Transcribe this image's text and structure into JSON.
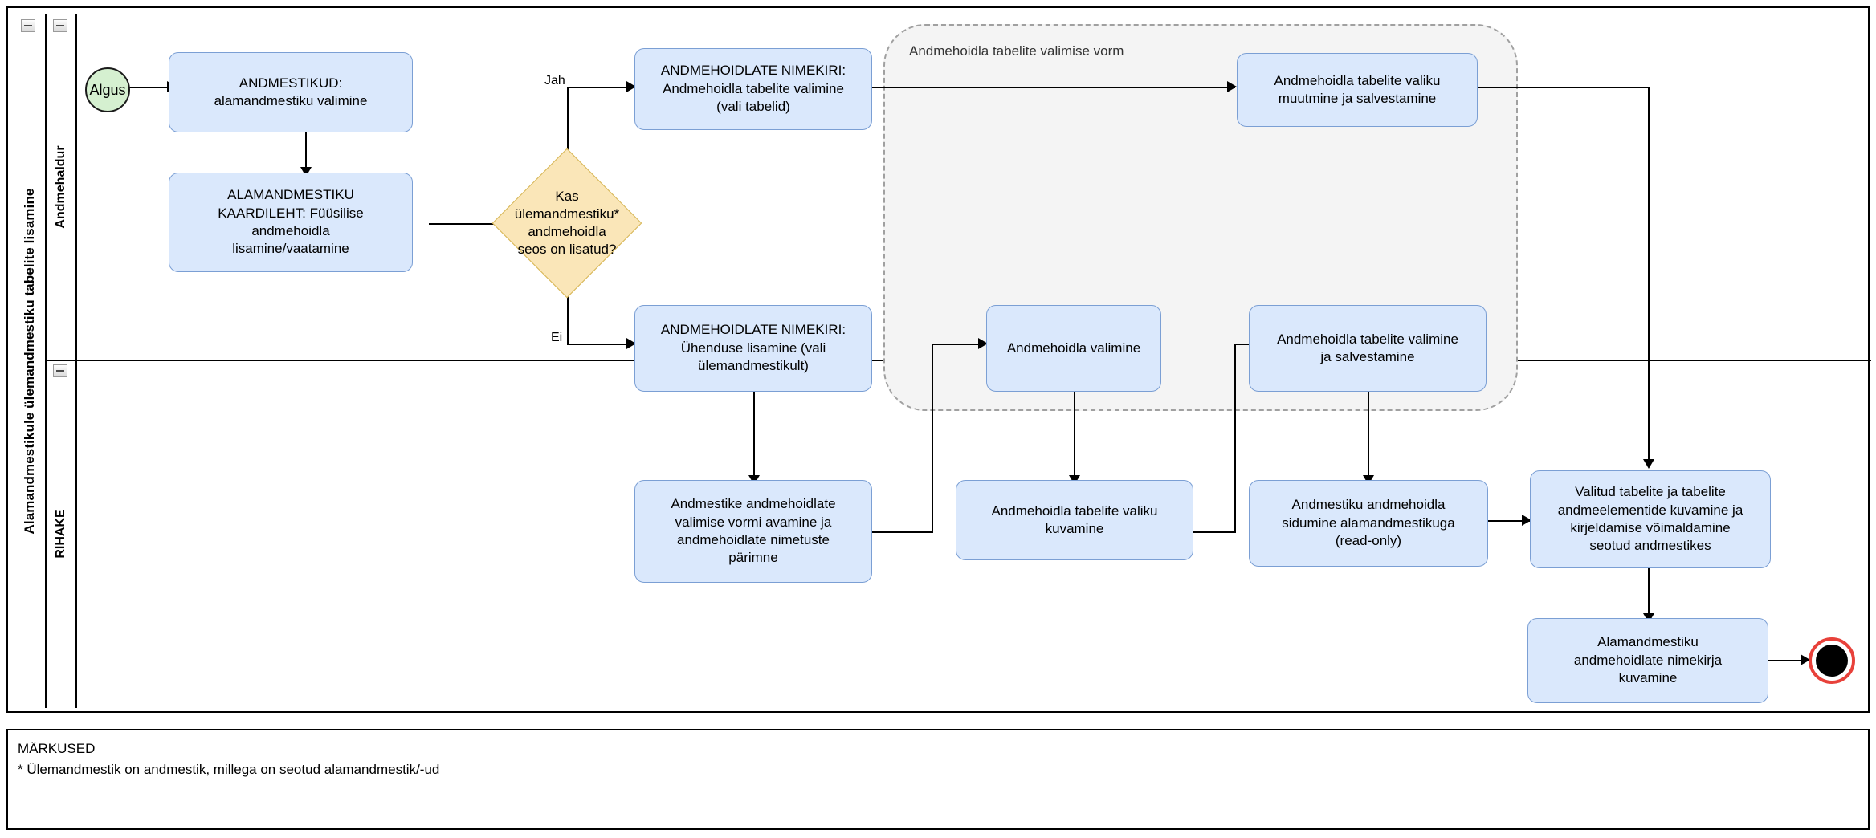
{
  "diagram": {
    "type": "bpmn-swimlane-flowchart",
    "pool_title": "Alamandmestikule ülemandmestiku tabelite lisamine",
    "lanes": [
      {
        "id": "lane-andmehaldur",
        "label": "Andmehaldur"
      },
      {
        "id": "lane-rihake",
        "label": "RIHAKE"
      }
    ],
    "group_label": "Andmehoidla tabelite valimise vorm",
    "events": {
      "start_label": "Algus",
      "end_label": ""
    },
    "gateway": {
      "lines": [
        "Kas",
        "ülemandmestiku*",
        "andmehoidla",
        "seos on lisatud?"
      ],
      "branch_yes": "Jah",
      "branch_no": "Ei"
    },
    "tasks": {
      "t1": "ANDMESTIKUD:\nalamandmestiku valimine",
      "t2": "ALAMANDMESTIKU\nKAARDILEHT: Füüsilise\nandmehoidla\nlisamine/vaatamine",
      "t3": "ANDMEHOIDLATE NIMEKIRI:\nAndmehoidla tabelite valimine\n(vali tabelid)",
      "t4": "Andmehoidla tabelite valiku\nmuutmine ja salvestamine",
      "t5": "ANDMEHOIDLATE NIMEKIRI:\nÜhenduse lisamine (vali\nülemandmestikult)",
      "t6": "Andmehoidla valimine",
      "t7": "Andmehoidla tabelite valimine\nja salvestamine",
      "t8": "Andmestike andmehoidlate\nvalimise vormi avamine ja\nandmehoidlate nimetuste\npärimne",
      "t9": "Andmehoidla tabelite valiku\nkuvamine",
      "t10": "Andmestiku andmehoidla\nsidumine alamandmestikuga\n(read-only)",
      "t11": "Valitud tabelite ja tabelite\nandmeelementide kuvamine ja\nkirjeldamise võimaldamine\nseotud andmestikes",
      "t12": "Alamandmestiku\nandmehoidlate nimekirja\nkuvamine"
    },
    "notes": {
      "heading": "MÄRKUSED",
      "line1": "* Ülemandmestik on andmestik, millega on seotud alamandmestik/-ud"
    },
    "colors": {
      "task_fill": "#dae8fc",
      "task_stroke": "#7b9fd4",
      "gateway_fill": "#fae6b8",
      "gateway_stroke": "#d6b656",
      "start_fill": "#d5f0d0",
      "end_stroke": "#e8413a",
      "group_fill": "#f4f4f4",
      "group_stroke": "#a0a0a0",
      "line": "#000000"
    }
  }
}
